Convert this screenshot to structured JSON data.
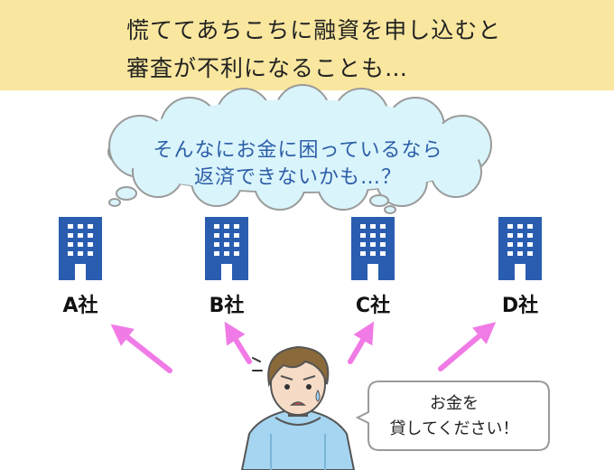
{
  "banner": {
    "line1": "慌ててあちこちに融資を申し込むと",
    "line2": "審査が不利になることも…"
  },
  "thought": {
    "line1": "そんなにお金に困っているなら",
    "line2": "返済できないかも…？"
  },
  "companies": [
    {
      "label": "A社"
    },
    {
      "label": "B社"
    },
    {
      "label": "C社"
    },
    {
      "label": "D社"
    }
  ],
  "speech": {
    "line1": "お金を",
    "line2": "貸してください！"
  },
  "colors": {
    "banner": "#f9e79f",
    "building": "#2a5db0",
    "arrow": "#f07ae6",
    "thought_fill": "#d9f4fb",
    "shirt": "#a5d5f0"
  }
}
